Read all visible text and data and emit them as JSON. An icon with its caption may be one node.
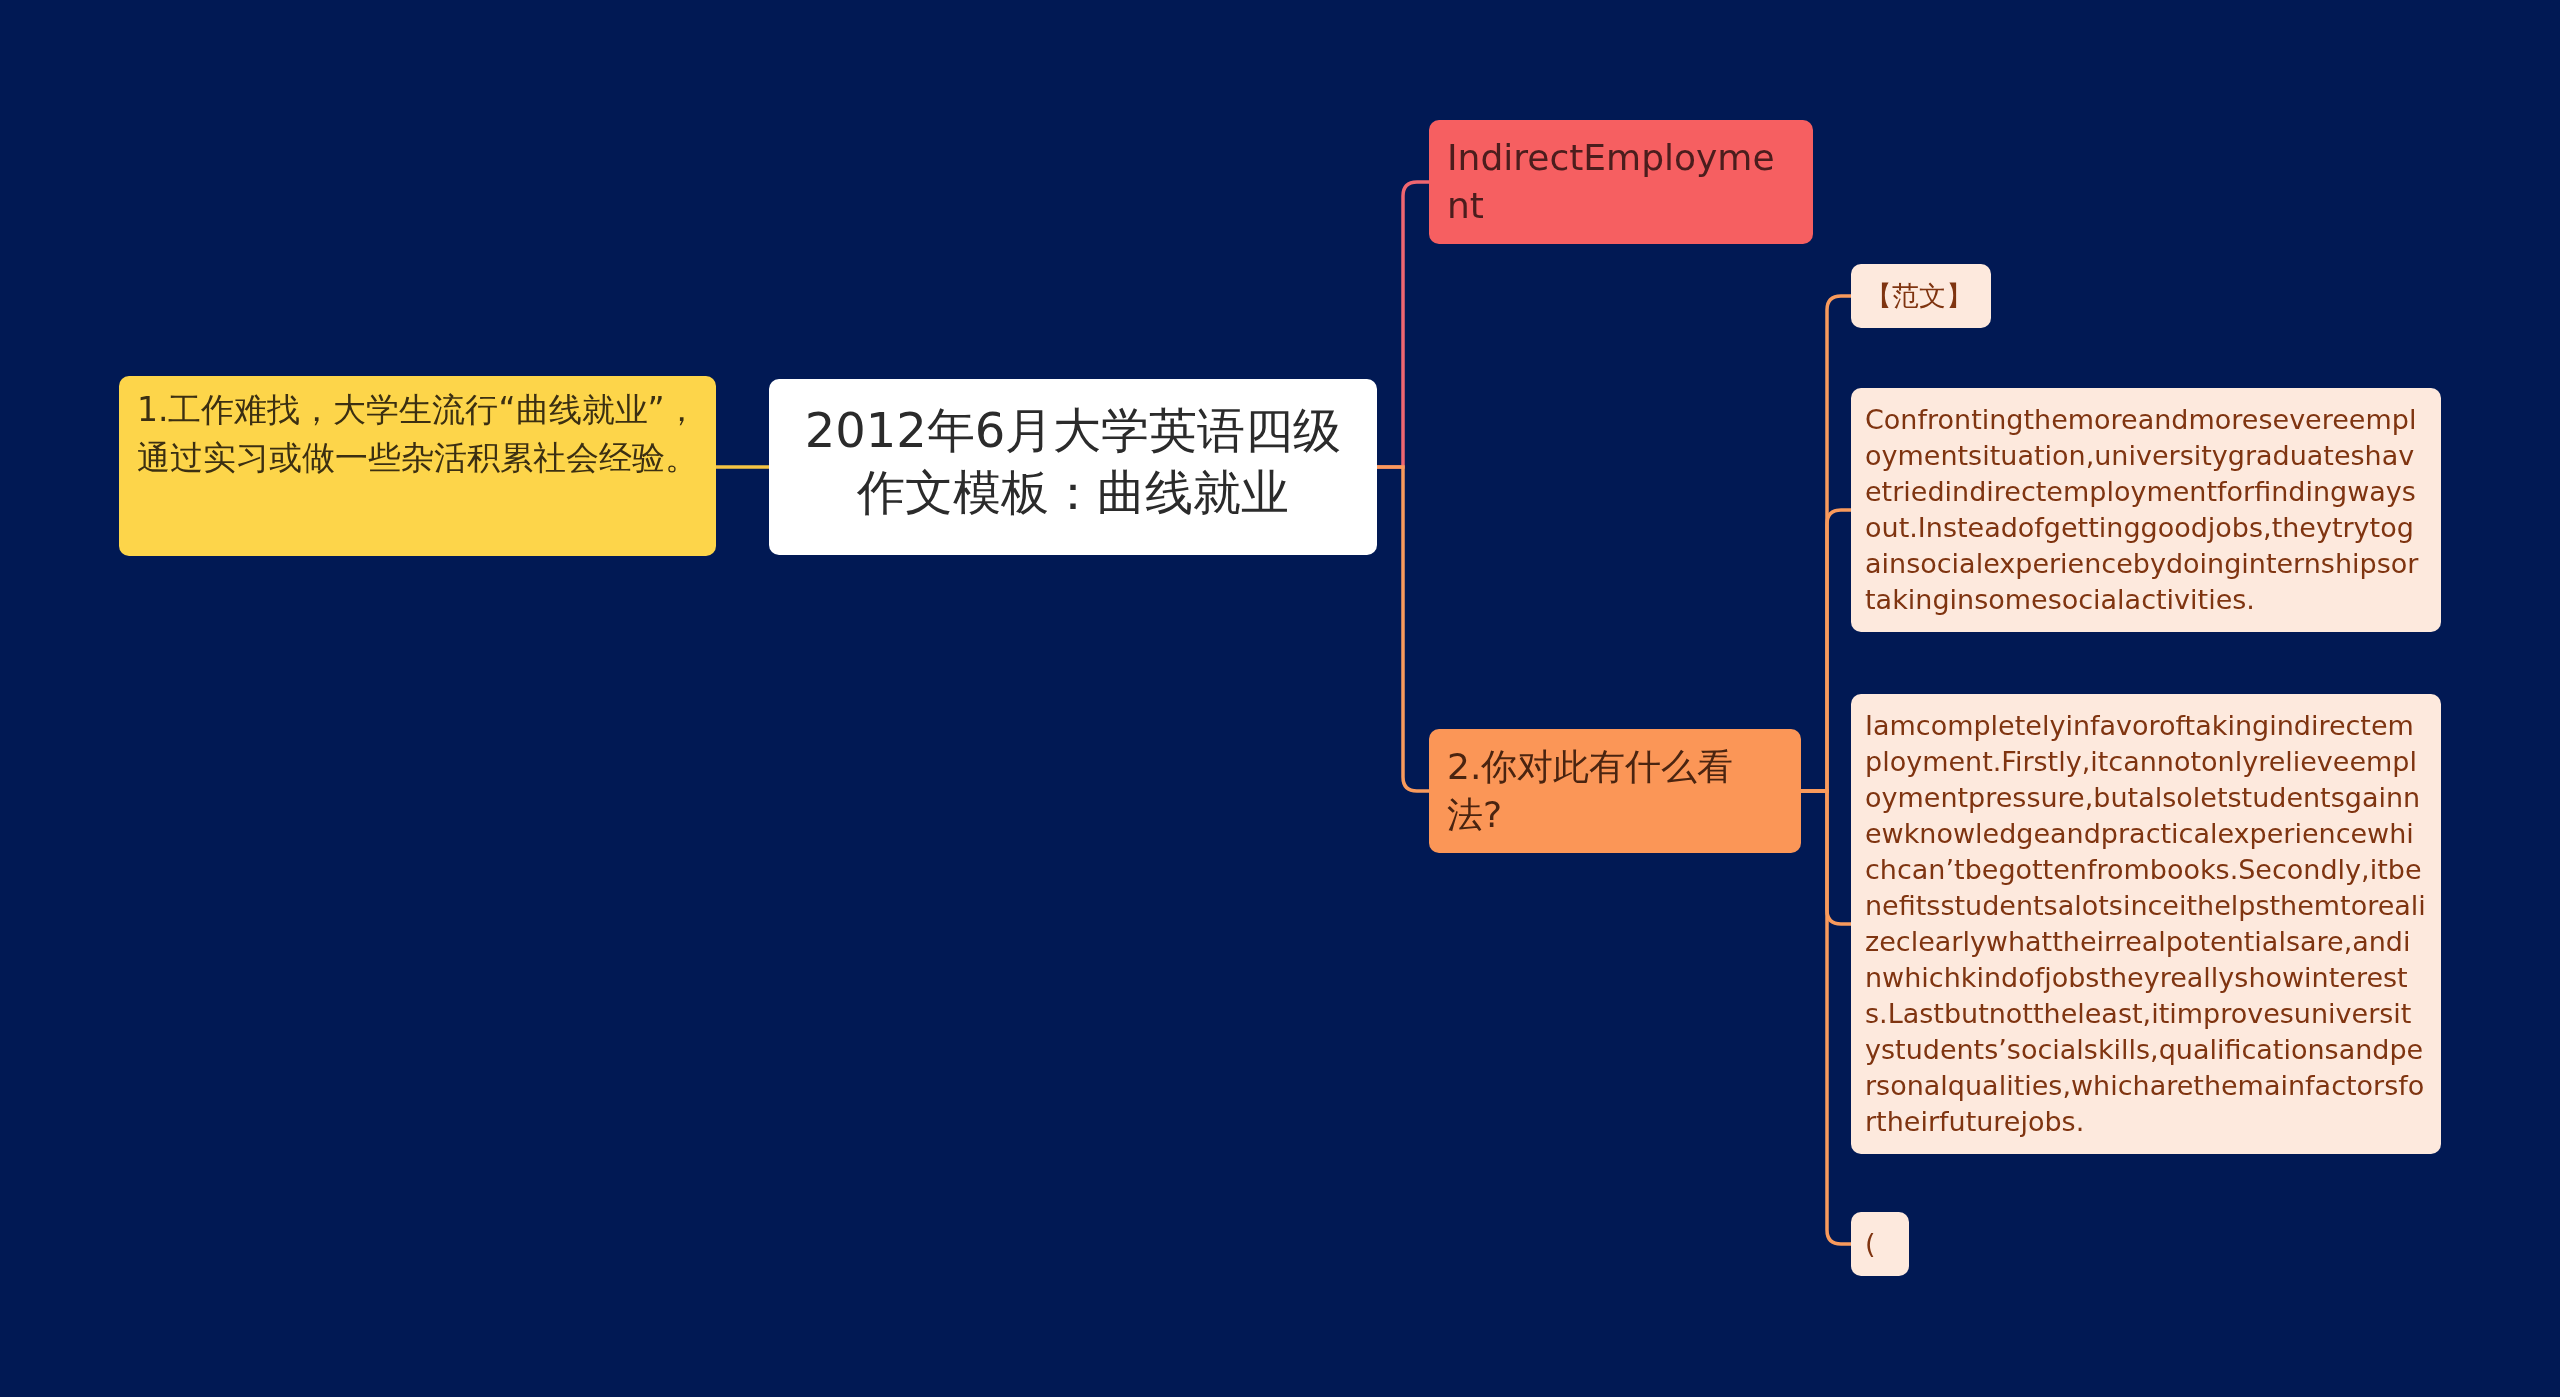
{
  "diagram": {
    "nodes": [
      {
        "text": [
          "2012年6月大学英语四级作文模板：曲线就业"
        ]
      },
      {
        "text": [
          "1.工作难找，大学生流行“曲线就业”，通过实习或做一些杂活积累社会经验。"
        ]
      },
      {
        "text": [
          "IndirectEmployment"
        ]
      },
      {
        "text": [
          "2.你对此有什么看法?"
        ]
      },
      {
        "text": [
          "【范文】"
        ]
      },
      {
        "text": [
          "Confrontingthemoreandmoresevereemploymentsituation,universitygraduateshavetriedindirectemploymentforfindingwaysout.Insteadofgettinggoodjobs,theytrytogainsocialexperiencebydoinginternshipsortakinginsomesocialactivities."
        ]
      },
      {
        "text": [
          "Iamcompletelyinfavoroftakingindirectemployment.Firstly,itcannotonlyrelieveemploymentpressure,butalsoletstudentsgainnewknowledgeandpracticalexperiencewhichcan’tbegottenfrombooks.Secondly,itbenefitsstudentsalotsinceithelpsthemtorealizeclearlywhattheirrealpotentialsare,andinwhichkindofjobstheyreallyshowinterests.Lastbutnottheleast,itimprovesuniversitystudents’socialskills,qualificationsandpersonalqualities,whicharethemainfactorsfortheirfuturejobs."
        ]
      },
      {
        "text": [
          "("
        ]
      }
    ],
    "edges": [
      {
        "from": 0,
        "to": 1,
        "arrow": "none",
        "color": "#f5c443"
      },
      {
        "from": 0,
        "to": 2,
        "arrow": "none",
        "color": "#ef6670"
      },
      {
        "from": 0,
        "to": 3,
        "arrow": "none"
      },
      {
        "from": 3,
        "to": 4,
        "arrow": "none"
      },
      {
        "from": 3,
        "to": 5,
        "arrow": "none"
      },
      {
        "from": 3,
        "to": 6,
        "arrow": "none"
      },
      {
        "from": 3,
        "to": 7,
        "arrow": "none"
      }
    ]
  }
}
